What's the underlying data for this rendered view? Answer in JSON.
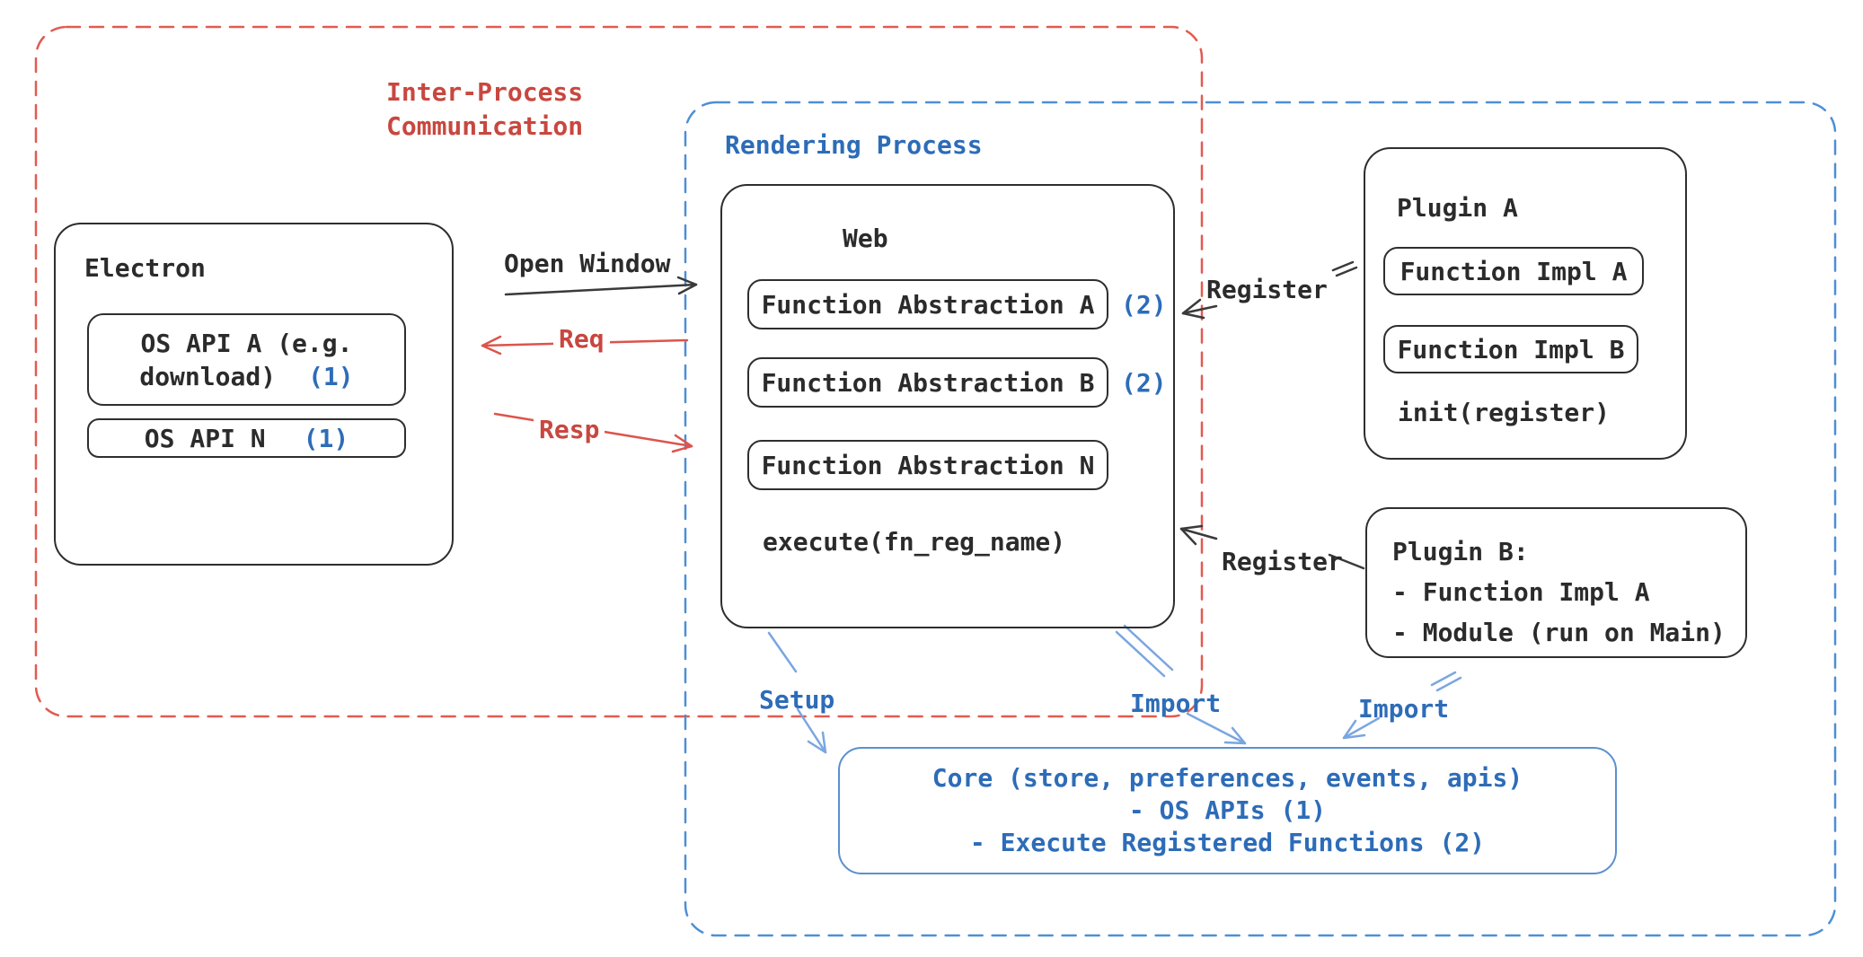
{
  "colors": {
    "black_ink": "#2b2b2b",
    "red_accent": "#c8473f",
    "red_dashed_border": "#e25a50",
    "blue_accent": "#2d6cb8",
    "blue_dashed_border": "#4e8fd5",
    "blue_light_arrow": "#7aa6e0"
  },
  "ipc": {
    "line1": "Inter-Process",
    "line2": "Communication"
  },
  "rendering": {
    "label": "Rendering Process"
  },
  "electron": {
    "title": "Electron",
    "os_api_a": {
      "line1": "OS API A (e.g.",
      "line2": "download)",
      "badge": "(1)"
    },
    "os_api_n": {
      "label": "OS API N",
      "badge": "(1)"
    }
  },
  "web": {
    "title": "Web",
    "abstractions": [
      {
        "label": "Function Abstraction A",
        "badge": "(2)"
      },
      {
        "label": "Function Abstraction B",
        "badge": "(2)"
      },
      {
        "label": "Function Abstraction N",
        "badge": ""
      }
    ],
    "execute": "execute(fn_reg_name)"
  },
  "plugin_a": {
    "title": "Plugin A",
    "impls": [
      "Function Impl A",
      "Function Impl B"
    ],
    "init": "init(register)"
  },
  "plugin_b": {
    "title": "Plugin B:",
    "items": [
      "- Function Impl A",
      "- Module (run on Main)"
    ]
  },
  "core": {
    "lines": [
      "Core (store, preferences, events, apis)",
      "- OS APIs (1)",
      "- Execute Registered Functions (2)"
    ]
  },
  "arrows": {
    "open_window": "Open Window",
    "req": "Req",
    "resp": "Resp",
    "register_top": "Register",
    "register_bottom": "Register",
    "setup": "Setup",
    "import_web": "Import",
    "import_plugin": "Import"
  }
}
